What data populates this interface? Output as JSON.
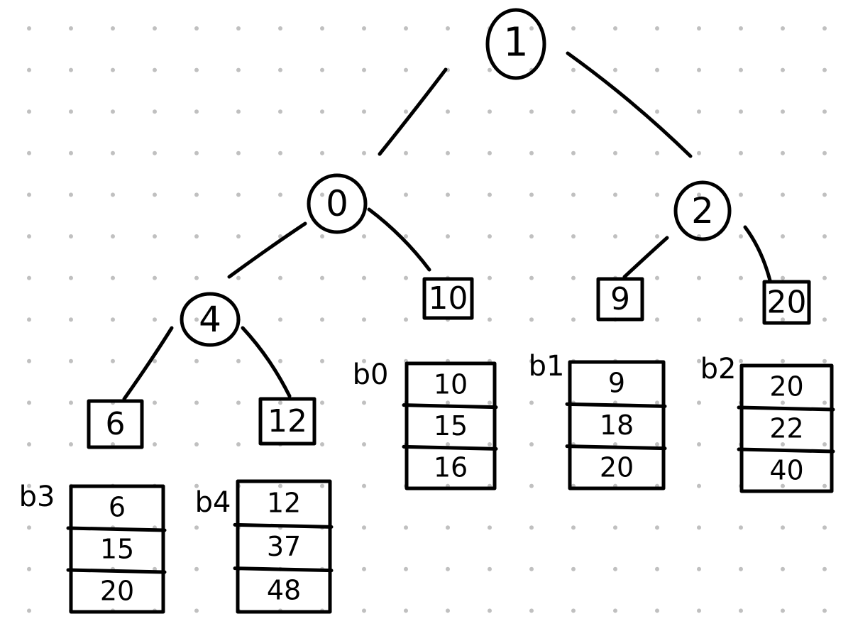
{
  "tree": {
    "root": {
      "label": "1"
    },
    "internal_nodes": [
      {
        "id": "n0",
        "label": "0"
      },
      {
        "id": "n2",
        "label": "2"
      },
      {
        "id": "n4",
        "label": "4"
      }
    ],
    "leaf_nodes": [
      {
        "id": "l10",
        "label": "10"
      },
      {
        "id": "l9",
        "label": "9"
      },
      {
        "id": "l20",
        "label": "20"
      },
      {
        "id": "l6",
        "label": "6"
      },
      {
        "id": "l12",
        "label": "12"
      }
    ],
    "edges": [
      [
        "1",
        "0"
      ],
      [
        "1",
        "2"
      ],
      [
        "0",
        "4"
      ],
      [
        "0",
        "10"
      ],
      [
        "2",
        "9"
      ],
      [
        "2",
        "20"
      ],
      [
        "4",
        "6"
      ],
      [
        "4",
        "12"
      ]
    ]
  },
  "buckets": [
    {
      "label": "b0",
      "values": [
        "10",
        "15",
        "16"
      ]
    },
    {
      "label": "b1",
      "values": [
        "9",
        "18",
        "20"
      ]
    },
    {
      "label": "b2",
      "values": [
        "20",
        "22",
        "40"
      ]
    },
    {
      "label": "b3",
      "values": [
        "6",
        "15",
        "20"
      ]
    },
    {
      "label": "b4",
      "values": [
        "12",
        "37",
        "48"
      ]
    }
  ],
  "colors": {
    "ink": "#000000",
    "grid_dot": "#c0c0c0",
    "background": "#ffffff"
  }
}
